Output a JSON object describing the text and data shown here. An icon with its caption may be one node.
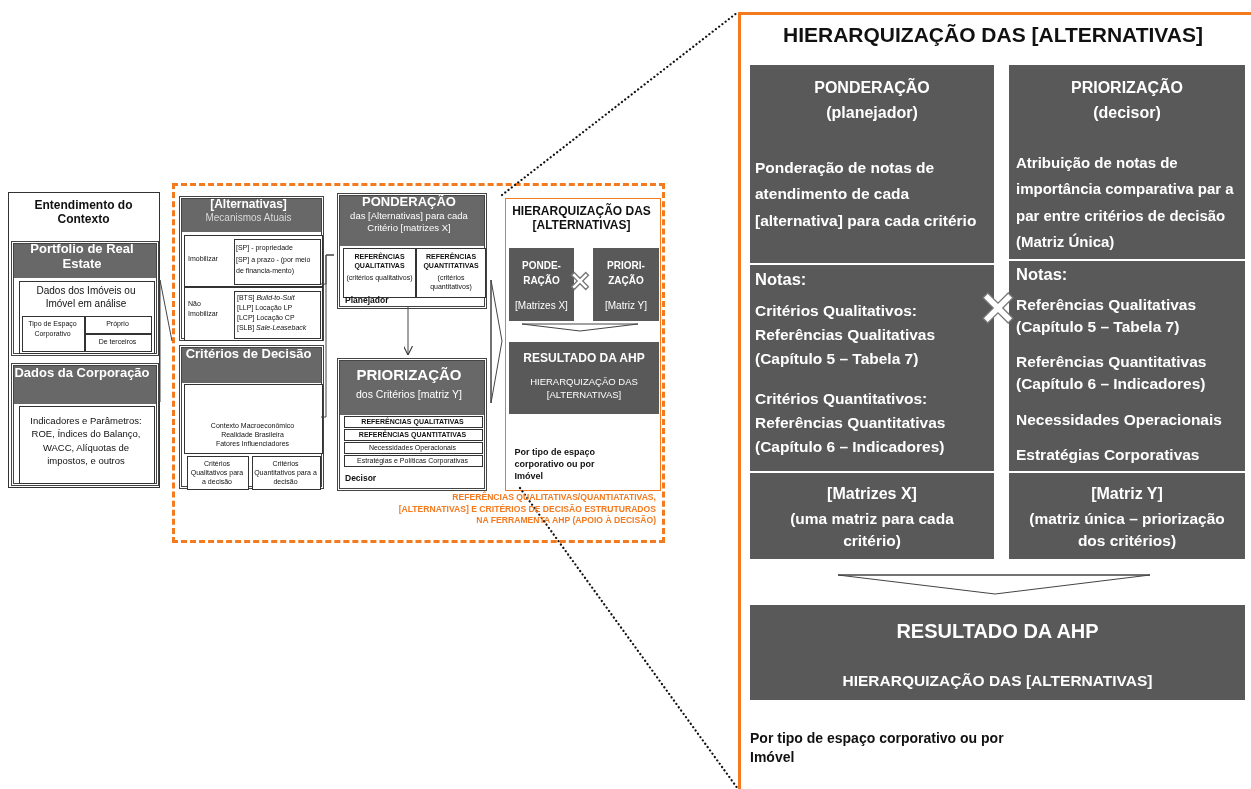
{
  "diagram": {
    "nodes": [
      {
        "text": [
          "Entendimento do Contexto"
        ]
      },
      {
        "text": [
          "Portfolio de Real Estate"
        ],
        "in": 0
      },
      {
        "text": [
          "Dados dos Imóveis ou Imóvel em análise"
        ],
        "in": 1
      },
      {
        "text": [
          "Tipo de Espaço Corporativo"
        ],
        "in": 2
      },
      {
        "text": [
          "Próprio"
        ],
        "in": 2
      },
      {
        "text": [
          "De terceiros"
        ],
        "in": 2
      },
      {
        "text": [
          "Dados da Corporação"
        ],
        "in": 0
      },
      {
        "text": [
          "Indicadores e Parâmetros: ROE, Índices do Balanço, WACC, Alíquotas de impostos, e outros"
        ],
        "in": 6
      },
      {
        "text": [
          "REFERÊNCIAS QUALITATIVAS/QUANTIATATIVAS, [ALTERNATIVAS] E CRITÉRIOS DE DECISÃO ESTRUTURADOS NA FERRAMENTA AHP (APOIO À DECISÃO)"
        ]
      },
      {
        "text": [
          "[Alternativas]",
          "Mecanismos Atuais"
        ],
        "in": 8
      },
      {
        "text": [
          "Imobilizar"
        ],
        "in": 9
      },
      {
        "text": [
          "[SP] - propriedade",
          "[SP] a prazo - (por meio de financia-mento)"
        ],
        "in": 10
      },
      {
        "text": [
          "Não Imobilizar"
        ],
        "in": 9
      },
      {
        "text": [
          "[BTS] *Build-to-Suit*",
          "[LLP] Locação LP",
          "[LCP] Locação CP",
          "[SLB] *Sale-Leaseback*"
        ],
        "in": 12
      },
      {
        "text": [
          "Critérios de Decisão"
        ],
        "in": 8
      },
      {
        "text": [
          "Contexto Macroeconômico",
          "Realidade Brasileira",
          "Fatores Influenciadores"
        ],
        "in": 14
      },
      {
        "text": [
          "Critérios Qualitativos para a decisão"
        ],
        "in": 14
      },
      {
        "text": [
          "Critérios Quantitativos para a decisão"
        ],
        "in": 14
      },
      {
        "text": [
          "PONDERAÇÃO",
          "das [Alternativas] para cada Critério [matrizes X]",
          "Planejador"
        ],
        "in": 8
      },
      {
        "text": [
          "REFERÊNCIAS QUALITATIVAS",
          "(critérios qualitativos)"
        ],
        "in": 18
      },
      {
        "text": [
          "REFERÊNCIAS QUANTITATIVAS",
          "(critérios quantitativos)"
        ],
        "in": 18
      },
      {
        "text": [
          "PRIORIZAÇÃO",
          "dos Critérios [matriz Y]",
          "Decisor"
        ],
        "in": 8
      },
      {
        "text": [
          "REFERÊNCIAS QUALITATIVAS"
        ],
        "in": 21
      },
      {
        "text": [
          "REFERÊNCIAS QUANTITATIVAS"
        ],
        "in": 21
      },
      {
        "text": [
          "Necessidades Operacionais"
        ],
        "in": 21
      },
      {
        "text": [
          "Estratégias e Políticas Corporativas"
        ],
        "in": 21
      },
      {
        "text": [
          "HIERARQUIZAÇÃO DAS [ALTERNATIVAS]",
          "Por tipo de espaço corporativo ou por Imóvel"
        ],
        "in": 8
      },
      {
        "text": [
          "PONDE-RAÇÃO",
          "[Matrizes X]"
        ],
        "in": 26
      },
      {
        "text": [
          "PRIORI-ZAÇÃO",
          "[Matriz Y]"
        ],
        "in": 26
      },
      {
        "text": [
          "RESULTADO DA AHP",
          "HIERARQUIZAÇÃO DAS [ALTERNATIVAS]"
        ],
        "in": 26
      },
      {
        "text": [
          "HIERARQUIZAÇÃO DAS [ALTERNATIVAS]",
          "Por tipo de espaço corporativo ou por Imóvel"
        ]
      },
      {
        "text": [
          "PONDERAÇÃO",
          "(planejador)",
          "Ponderação de notas de atendimento de cada [alternativa] para cada critério",
          "Notas:",
          "Critérios Qualitativos: Referências Qualitativas (Capítulo 5 – Tabela 7)",
          "Critérios Quantitativos: Referências Quantitativas (Capítulo 6 – Indicadores)",
          "[Matrizes X]",
          "(uma matriz para cada critério)"
        ],
        "in": 30
      },
      {
        "text": [
          "PRIORIZAÇÃO",
          "(decisor)",
          "Atribuição de notas de importância comparativa par a par entre critérios de decisão (Matriz Única)",
          "Notas:",
          "Referências Qualitativas (Capítulo 5 – Tabela 7)",
          "Referências Quantitativas (Capítulo 6 – Indicadores)",
          "Necessidades Operacionais",
          "Estratégias Corporativas",
          "[Matriz Y]",
          "(matriz única – priorização dos critérios)"
        ],
        "in": 30
      },
      {
        "text": [
          "RESULTADO DA AHP",
          "HIERARQUIZAÇÃO DAS [ALTERNATIVAS]"
        ],
        "in": 30
      }
    ],
    "edges": [
      {
        "from": 0,
        "to": 8,
        "arrow": "none"
      },
      {
        "from": 9,
        "to": 18,
        "arrow": "none"
      },
      {
        "from": 14,
        "to": 18,
        "arrow": "none"
      },
      {
        "from": 18,
        "to": 21,
        "arrow": "to"
      },
      {
        "from": 18,
        "to": 26,
        "arrow": "none"
      },
      {
        "from": 21,
        "to": 26,
        "arrow": "none"
      },
      {
        "from": 27,
        "to": 29,
        "arrow": "none"
      },
      {
        "from": 28,
        "to": 29,
        "arrow": "none"
      },
      {
        "from": 31,
        "to": 33,
        "arrow": "none"
      },
      {
        "from": 32,
        "to": 33,
        "arrow": "none"
      },
      {
        "from": 26,
        "to": 30,
        "arrow": "none",
        "style": "dashed"
      },
      {
        "from": 26,
        "to": 30,
        "arrow": "none",
        "style": "dashed"
      }
    ]
  }
}
